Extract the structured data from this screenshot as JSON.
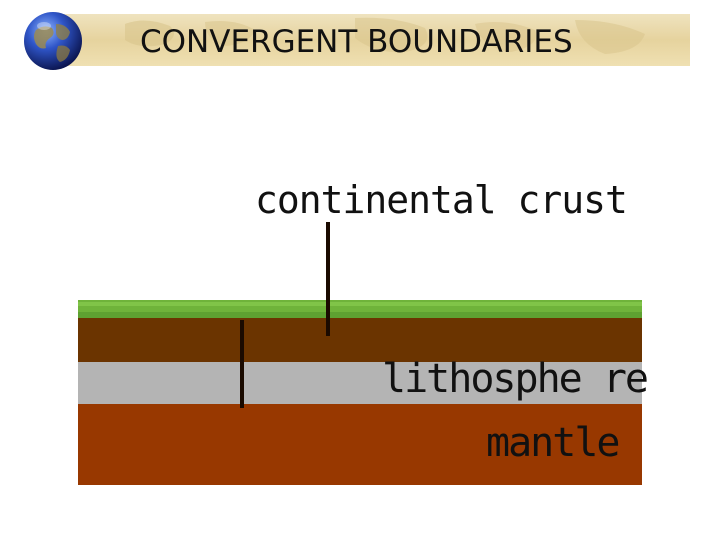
{
  "title": "CONVERGENT BOUNDARIES",
  "labels": {
    "continental_crust": "continental crust",
    "lithosphere": "lithosphe re",
    "mantle": "mantle"
  },
  "colors": {
    "grass": "#6fb33a",
    "crust": "#6b3400",
    "lithosphere": "#b4b4b4",
    "mantle": "#983800",
    "banner": "#e6d39e",
    "pointer": "#1a0a00"
  },
  "icons": {
    "logo": "globe-icon"
  }
}
